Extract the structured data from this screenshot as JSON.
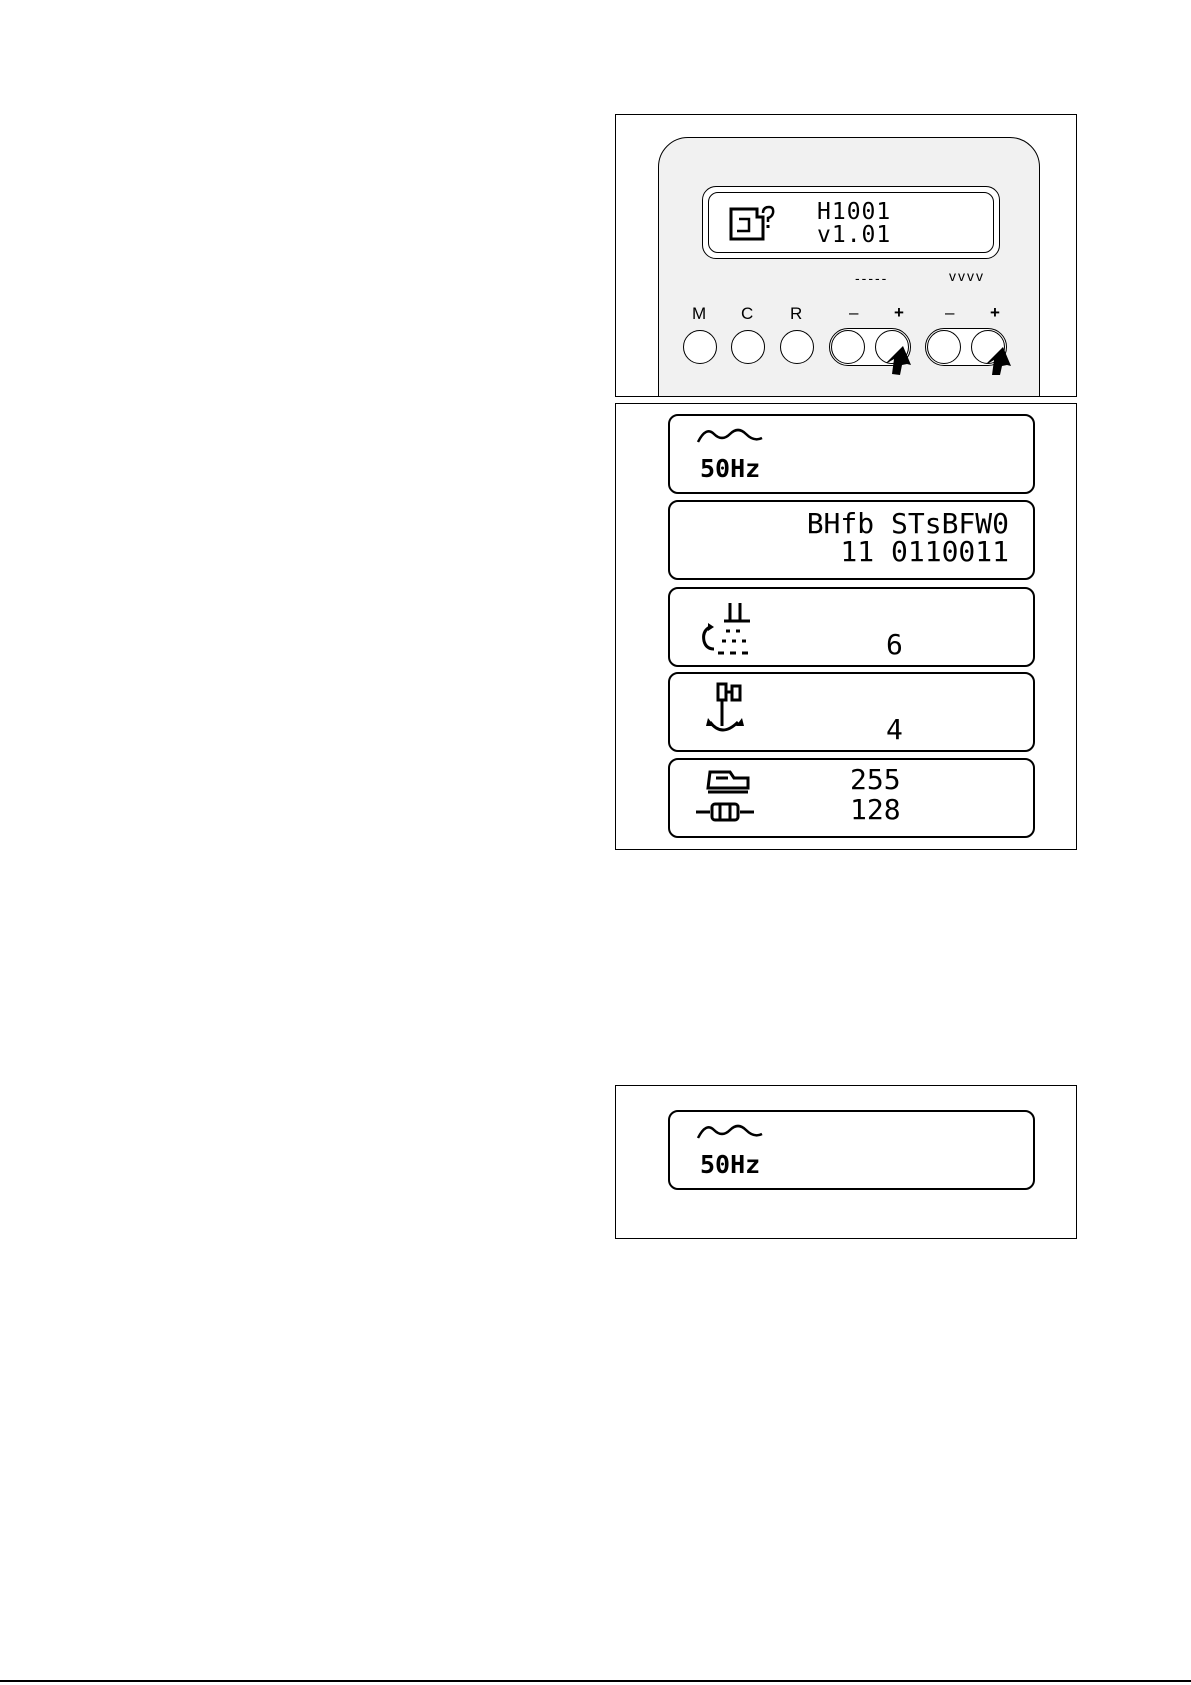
{
  "panel": {
    "lcd": {
      "line1": "H1001",
      "line2": "v1.01",
      "icon": "sewing-machine-question-icon"
    },
    "buttons": {
      "m": "M",
      "c": "C",
      "r": "R"
    },
    "stitch_length": {
      "symbol": "-----",
      "minus": "–",
      "plus": "+"
    },
    "stitch_width": {
      "symbol": "vvvv",
      "minus": "–",
      "plus": "+"
    },
    "arrows": [
      "stitch-length-plus",
      "stitch-width-plus"
    ]
  },
  "screens": [
    {
      "icon": "sine-wave-icon",
      "line2": "50Hz"
    },
    {
      "line1": "BHfb STsBFW0",
      "line2": "11 0110011"
    },
    {
      "icon": "feed-dog-icon",
      "value": "6"
    },
    {
      "icon": "presser-foot-icon",
      "value": "4"
    },
    {
      "icon": "bobbin-winder-icon",
      "value1": "255",
      "value2": "128"
    }
  ],
  "single_screen": {
    "icon": "sine-wave-icon",
    "line2": "50Hz"
  }
}
